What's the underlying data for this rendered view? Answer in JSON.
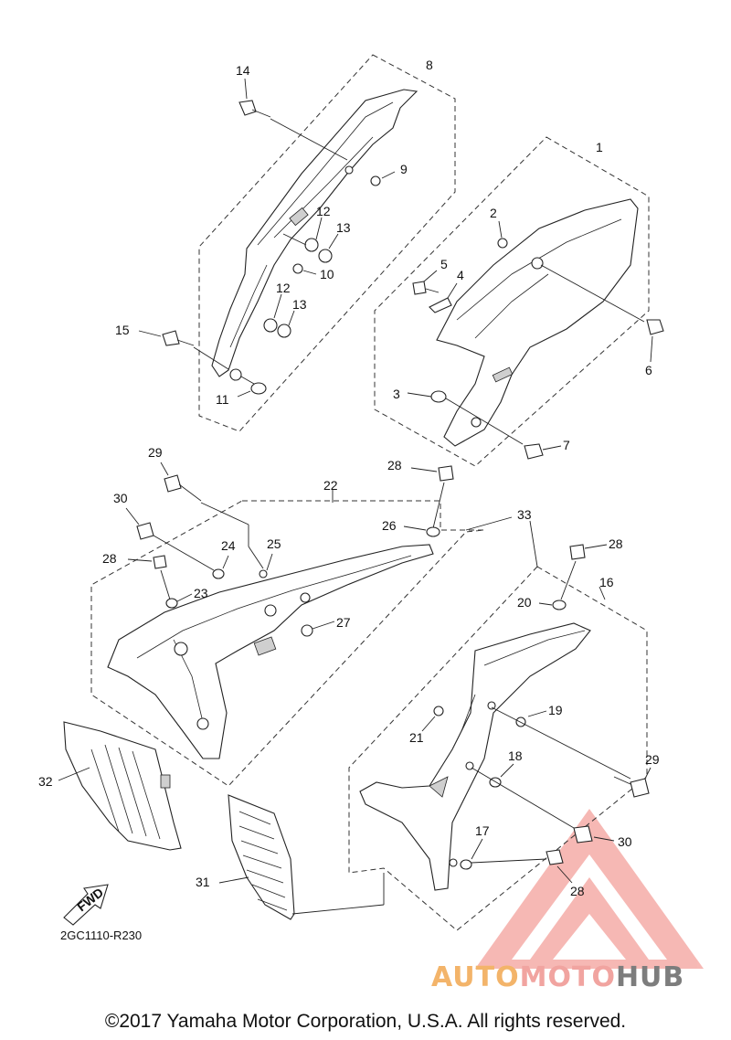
{
  "diagram": {
    "ref_code": "2GC1110-R230",
    "fwd_label": "FWD",
    "copyright": "©2017 Yamaha Motor Corporation, U.S.A. All rights reserved.",
    "labels": [
      "1",
      "2",
      "3",
      "4",
      "5",
      "6",
      "7",
      "8",
      "9",
      "10",
      "11",
      "12",
      "12",
      "13",
      "13",
      "14",
      "15",
      "16",
      "17",
      "18",
      "19",
      "20",
      "21",
      "22",
      "23",
      "24",
      "25",
      "26",
      "27",
      "28",
      "28",
      "28",
      "28",
      "29",
      "29",
      "30",
      "30",
      "31",
      "32",
      "33"
    ]
  },
  "watermark": {
    "brand_part_1": "AUTO",
    "brand_part_2": "MOTO",
    "brand_part_3": "HUB",
    "colors": {
      "auto": "#f3b46a",
      "moto": "#f1a4a0",
      "hub": "#7d7d7d",
      "triangle": "#f08a85"
    }
  }
}
